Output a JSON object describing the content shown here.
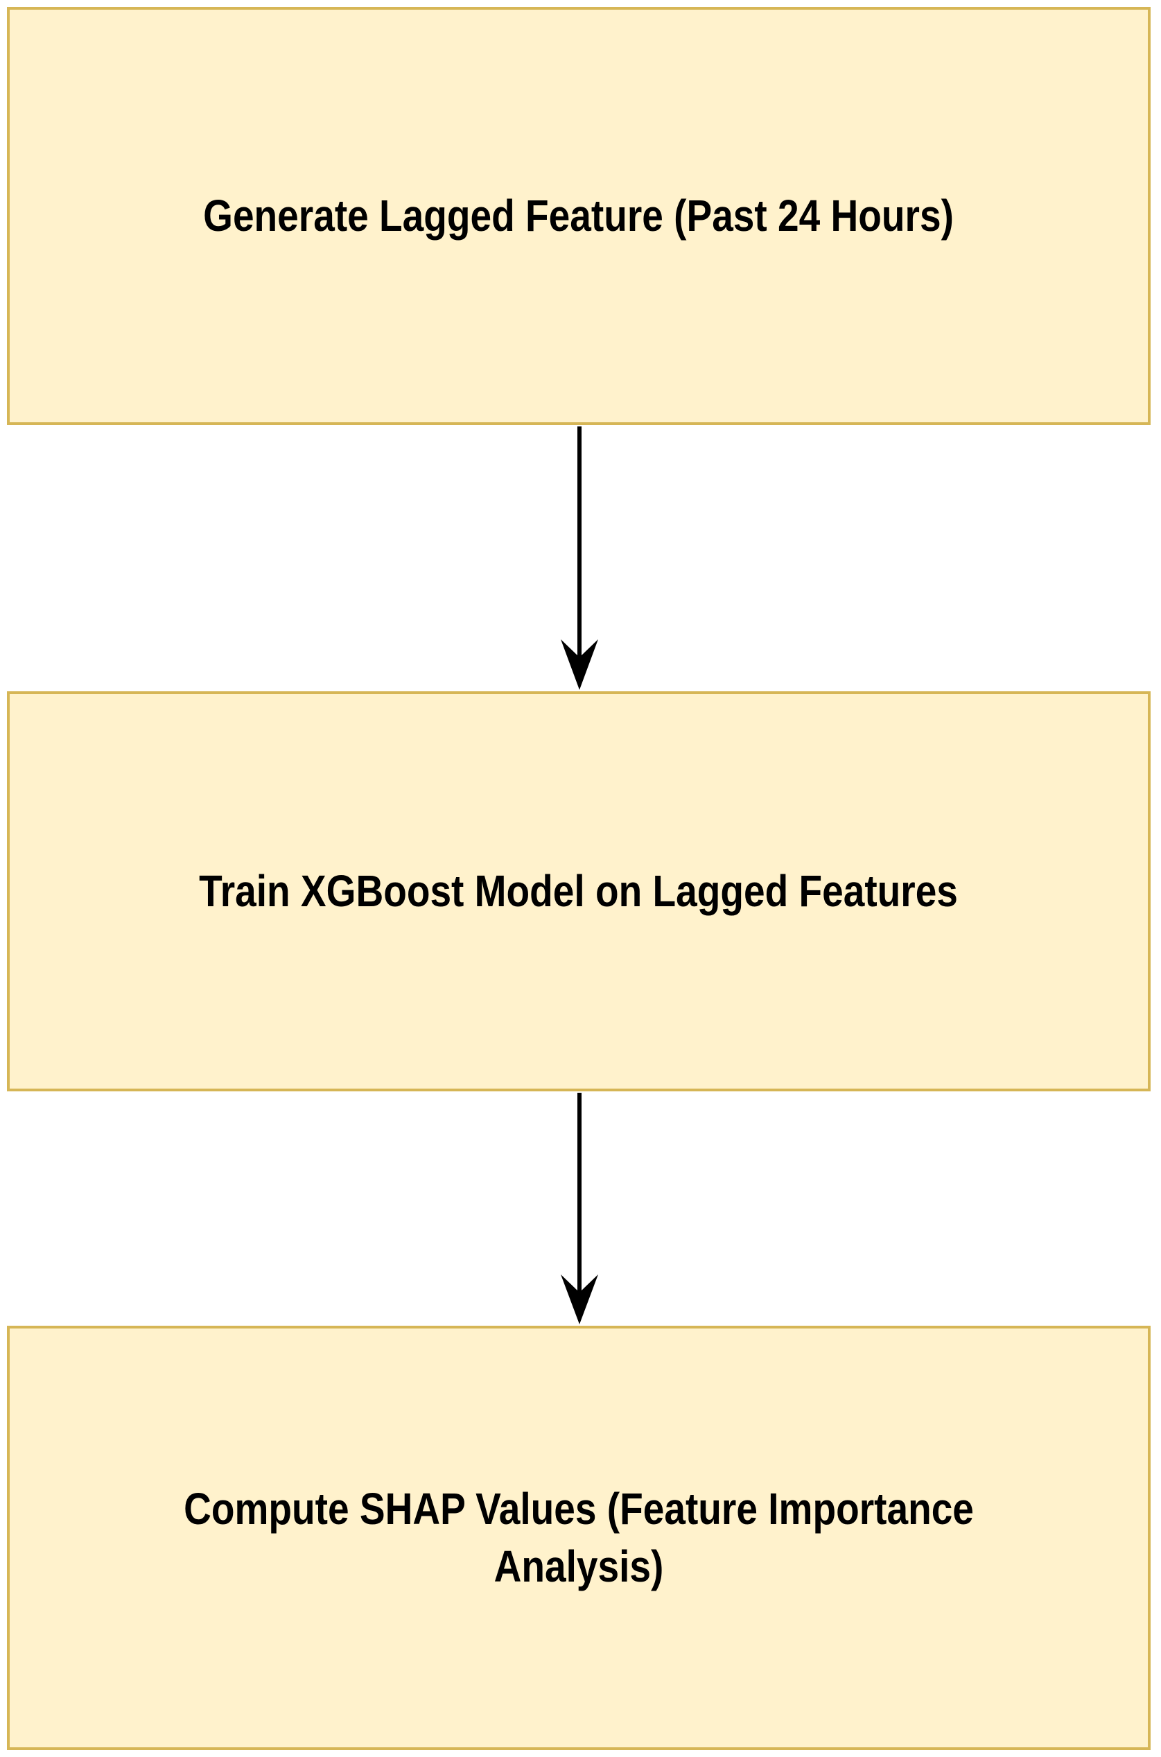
{
  "diagram": {
    "nodes": [
      {
        "id": "generate-lagged-feature",
        "label": "Generate Lagged Feature (Past 24 Hours)"
      },
      {
        "id": "train-xgboost-model",
        "label": "Train XGBoost Model on Lagged Features"
      },
      {
        "id": "compute-shap-values",
        "label": "Compute SHAP Values (Feature Importance Analysis)"
      }
    ],
    "edges": [
      {
        "from": "generate-lagged-feature",
        "to": "train-xgboost-model"
      },
      {
        "from": "train-xgboost-model",
        "to": "compute-shap-values"
      }
    ],
    "colors": {
      "node_fill": "#fff2cc",
      "node_border": "#d6b656",
      "arrow": "#000000",
      "text": "#000000"
    }
  }
}
